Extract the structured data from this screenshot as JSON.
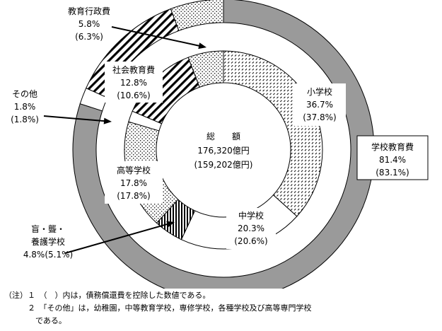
{
  "chart_data": {
    "type": "pie",
    "variant": "double-donut",
    "legend": "none",
    "center": {
      "title": "総　　額",
      "line1": "176,320億円",
      "line2": "(159,202億円)"
    },
    "outer_ring": [
      {
        "name": "学校教育費",
        "value": 81.4,
        "value_label": "81.4%",
        "prev_label": "(83.1%)",
        "fill": "solid-gray"
      },
      {
        "name": "その他",
        "value": 1.8,
        "value_label": "1.8%",
        "prev_label": "(1.8%)",
        "fill": "white"
      },
      {
        "name": "社会教育費",
        "value": 12.8,
        "value_label": "12.8%",
        "prev_label": "(10.6%)",
        "fill": "diagonal-hatch"
      },
      {
        "name": "教育行政費",
        "value": 5.8,
        "value_label": "5.8%",
        "prev_label": "(6.3%)",
        "fill": "dots"
      }
    ],
    "inner_ring": [
      {
        "name": "小学校",
        "value": 36.7,
        "value_label": "36.7%",
        "prev_label": "(37.8%)",
        "fill": "dashed-hatch"
      },
      {
        "name": "中学校",
        "value": 20.3,
        "value_label": "20.3%",
        "prev_label": "(20.6%)",
        "fill": "white"
      },
      {
        "name_lines": [
          "盲・聾・",
          "養護学校"
        ],
        "value": 4.8,
        "value_label": "4.8%(5.1%)",
        "fill": "vertical-lines"
      },
      {
        "name": "高等学校",
        "value": 17.8,
        "value_label": "17.8%",
        "prev_label": "(17.8%)",
        "fill": "dots"
      },
      {
        "name": "その他",
        "value": 1.8,
        "fill": "white"
      },
      {
        "name": "社会教育費",
        "value": 12.8,
        "fill": "diagonal-hatch"
      },
      {
        "name": "教育行政費",
        "value": 5.8,
        "fill": "dots"
      }
    ]
  },
  "colors": {
    "gray": "#9a9a9a",
    "line": "#000000",
    "background": "#ffffff"
  },
  "notes": [
    "（注）１　（　）内は，債務償還費を控除した数値である。",
    "　　　２　「その他」は，幼稚園，中等教育学校，専修学校，各種学校及び高等専門学校",
    "　　　　である。"
  ]
}
